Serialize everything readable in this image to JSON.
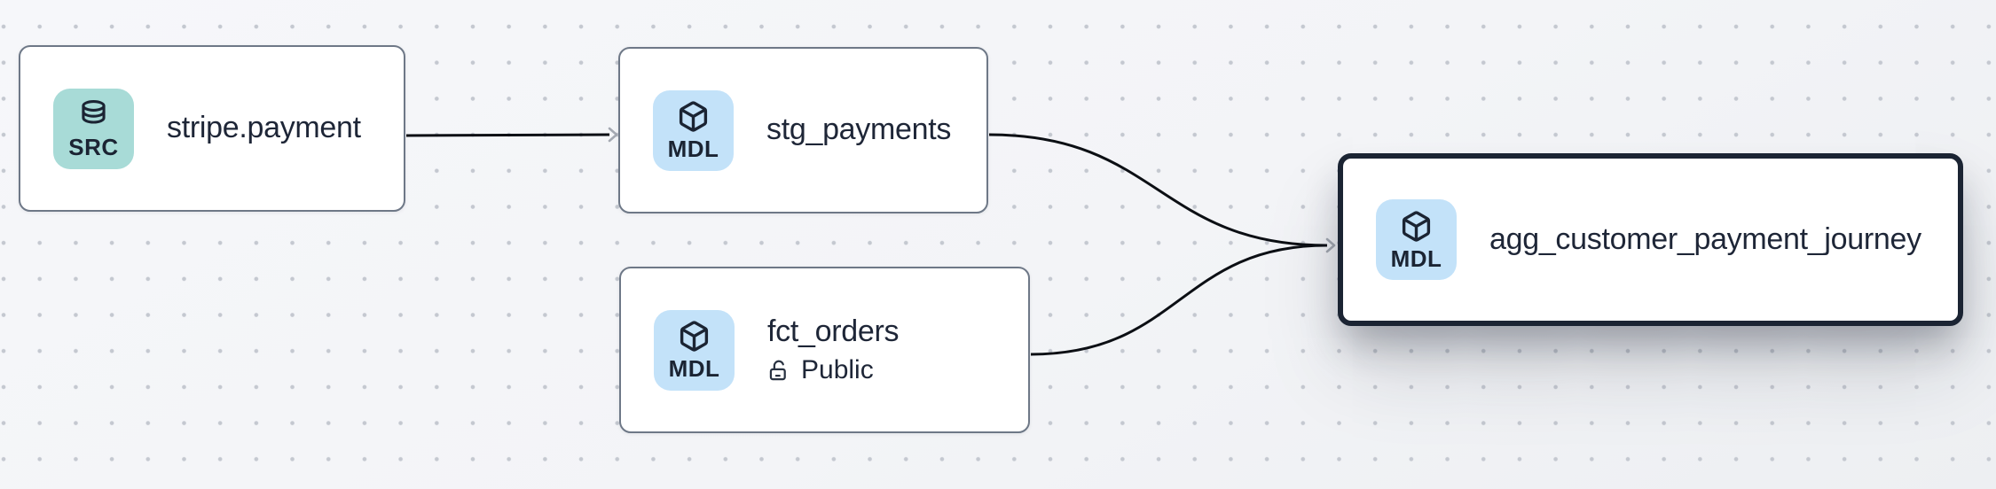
{
  "graph": {
    "nodes": [
      {
        "title": "stripe.payment",
        "badge": "SRC",
        "type": "source",
        "icon": "database-icon",
        "selected": false
      },
      {
        "title": "stg_payments",
        "badge": "MDL",
        "type": "model",
        "icon": "cube-icon",
        "selected": false
      },
      {
        "title": "fct_orders",
        "badge": "MDL",
        "type": "model",
        "icon": "cube-icon",
        "visibility": "Public",
        "visibility_icon": "lock-open-icon",
        "selected": false
      },
      {
        "title": "agg_customer_payment_journey",
        "badge": "MDL",
        "type": "model",
        "icon": "cube-icon",
        "selected": true
      }
    ],
    "edges": [
      {
        "from": "stripe.payment",
        "to": "stg_payments"
      },
      {
        "from": "stg_payments",
        "to": "agg_customer_payment_journey"
      },
      {
        "from": "fct_orders",
        "to": "agg_customer_payment_journey"
      }
    ]
  },
  "colors": {
    "canvas_background": "#f4f5f8",
    "grid_dot": "#c4c8d0",
    "node_background": "#ffffff",
    "node_border": "#6e7887",
    "selected_node_border": "#1b2433",
    "title_text": "#1e2637",
    "edge_line": "#0c0f14",
    "arrowhead": "#a4a9b2",
    "source_badge_background": "#a8dbd7",
    "model_badge_background": "#c3e2f9",
    "badge_text": "#1b2433"
  }
}
